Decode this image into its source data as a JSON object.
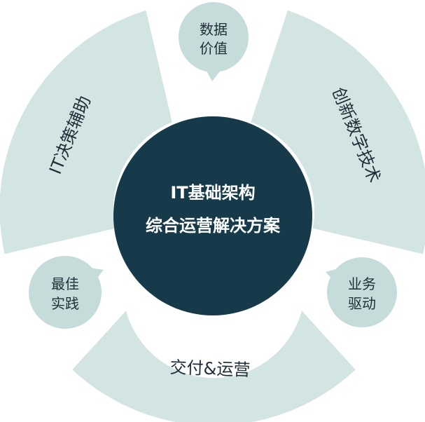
{
  "center": {
    "line1": "IT基础架构",
    "line2": "综合运营解决方案"
  },
  "segments": {
    "left": "IT决策辅助",
    "right": "创新数字技术",
    "bottom": "交付&运营"
  },
  "bubbles": {
    "top": [
      "数据",
      "价值"
    ],
    "left": [
      "最佳",
      "实践"
    ],
    "right": [
      "业务",
      "驱动"
    ]
  },
  "colors": {
    "segment_fill": "#d3e5e2",
    "bubble_fill": "#c5dcda",
    "center_fill": "#163a4a",
    "center_text": "#ffffff",
    "label_text": "#1f2d38"
  }
}
